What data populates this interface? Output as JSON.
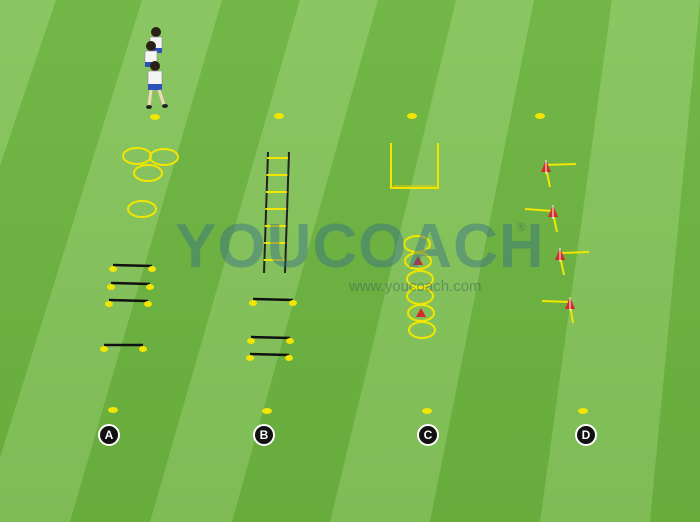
{
  "stations": [
    {
      "id": "A",
      "label": "A"
    },
    {
      "id": "B",
      "label": "B"
    },
    {
      "id": "C",
      "label": "C"
    },
    {
      "id": "D",
      "label": "D"
    }
  ],
  "watermark": {
    "logo": "YOUCOACH",
    "registered": "®",
    "url": "www.youcoach.com"
  },
  "colors": {
    "grass_light": "#84c45a",
    "grass_dark": "#6cb33f",
    "marker": "#f2e600",
    "hurdle": "#111111",
    "cone": "#d42a2a",
    "label_bg": "#111111"
  },
  "equipment": {
    "players": 3,
    "hoops_station_a": 4,
    "hurdles_station_a": 4,
    "ladder_station_b": 1,
    "hurdles_station_b": 3,
    "hoops_station_c": 6,
    "cones_station_c": 2,
    "poles_station_d": 4
  }
}
